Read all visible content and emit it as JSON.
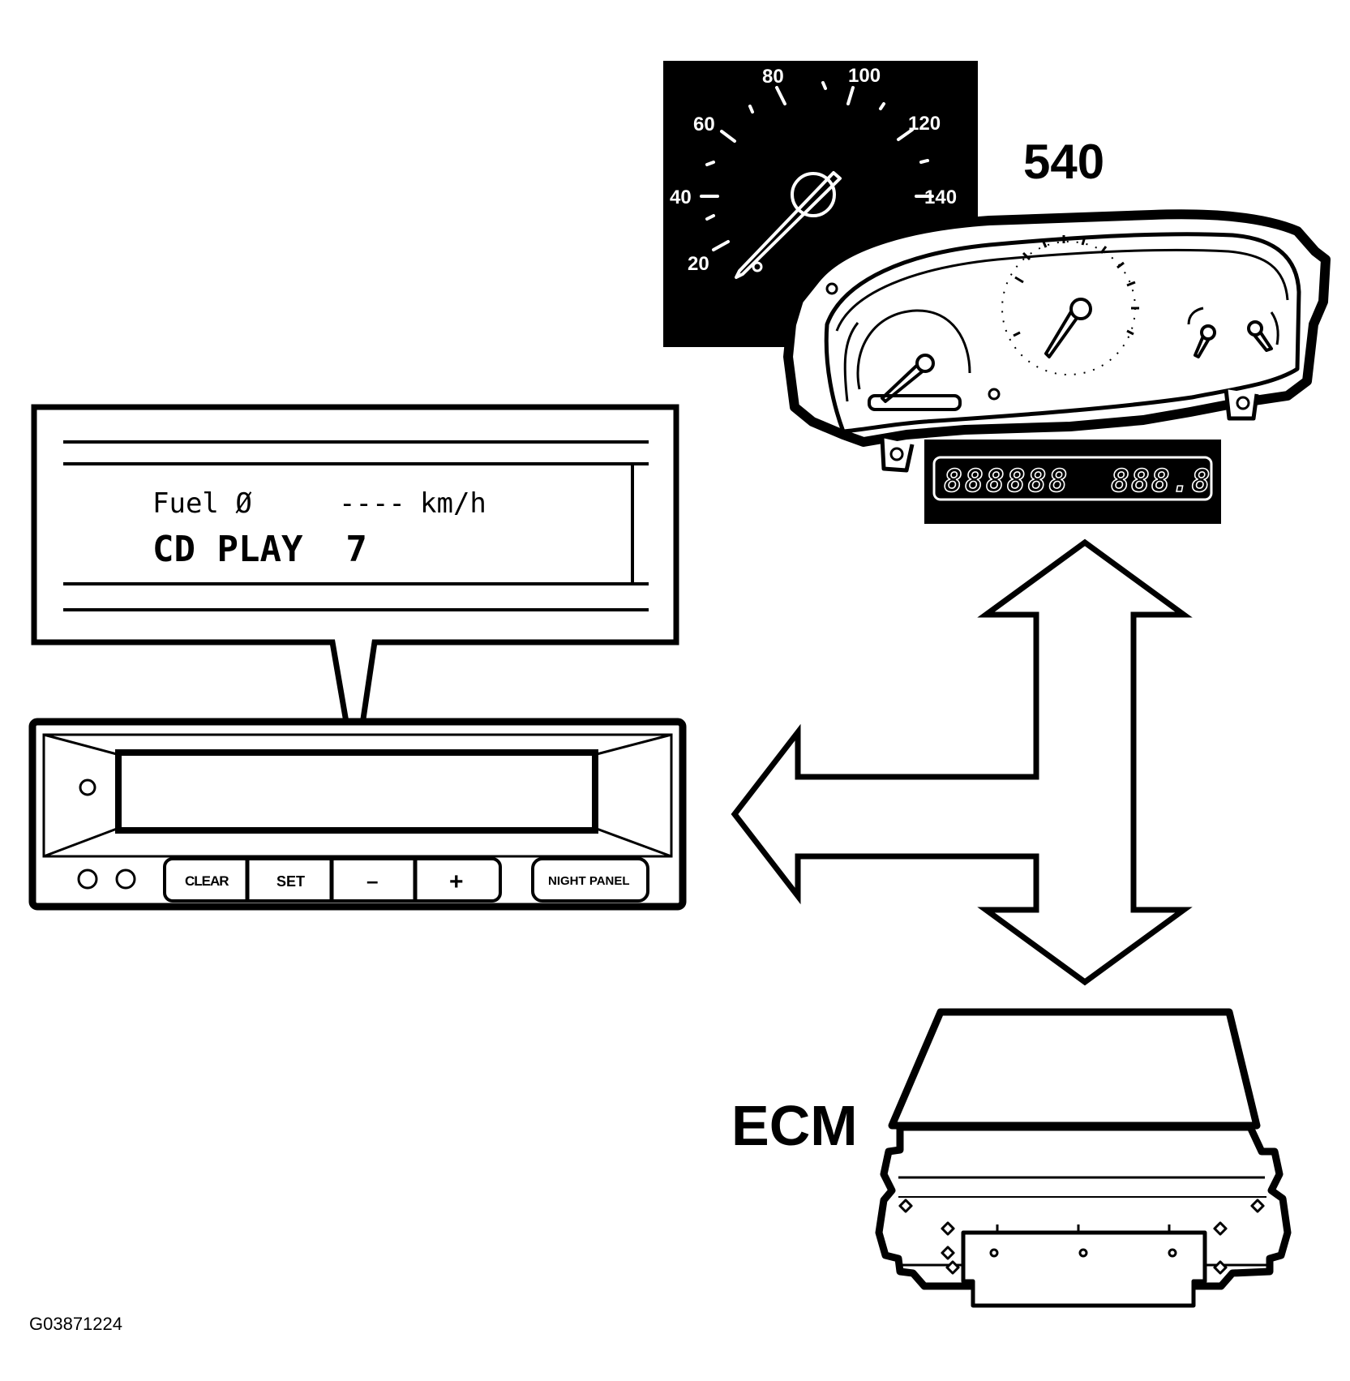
{
  "labels": {
    "cluster_code": "540",
    "ecm": "ECM",
    "figure_id": "G03871224"
  },
  "speedometer": {
    "ticks": [
      "20",
      "40",
      "60",
      "80",
      "100",
      "120",
      "140"
    ]
  },
  "odometer": {
    "total": "888888",
    "trip": "888.8"
  },
  "display": {
    "line1_left": "Fuel Ø",
    "line1_dashes": "----",
    "line1_unit": "km/h",
    "line2": "CD PLAY  7"
  },
  "sid_panel": {
    "buttons": {
      "clear": "CLEAR",
      "set": "SET",
      "minus": "–",
      "plus": "+",
      "night_panel": "NIGHT PANEL"
    }
  }
}
